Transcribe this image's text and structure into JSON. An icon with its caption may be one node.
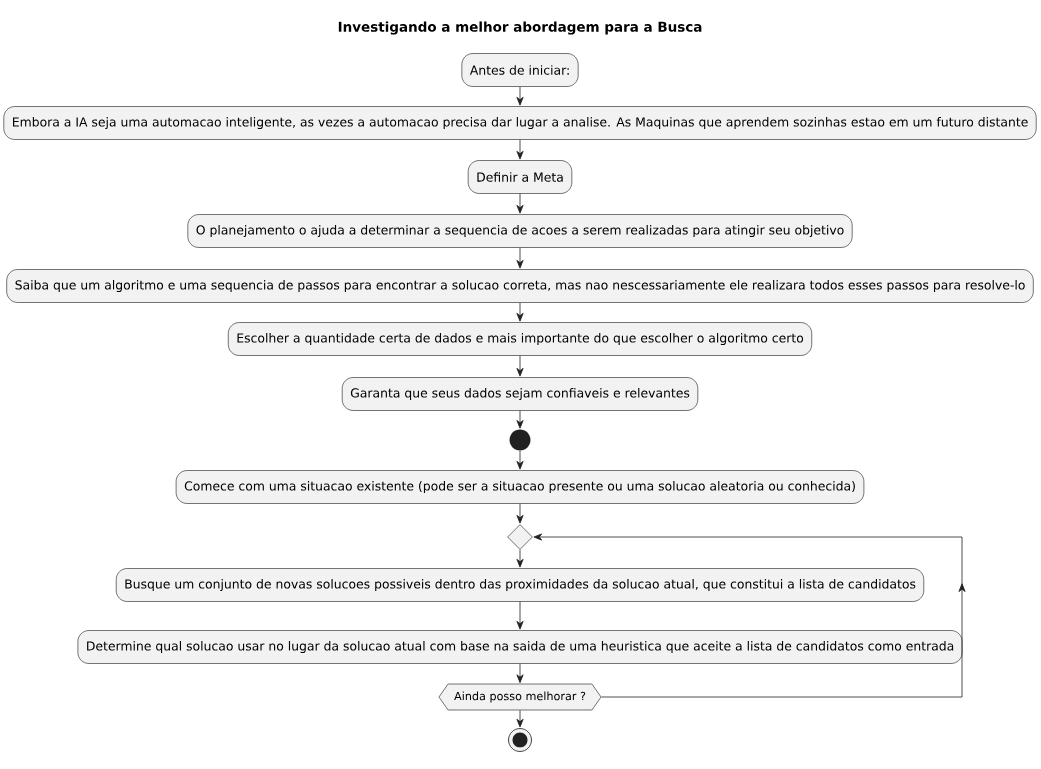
{
  "diagram": {
    "title": "Investigando a melhor abordagem para a Busca",
    "nodes": [
      {
        "text": [
          "Antes de iniciar:"
        ]
      },
      {
        "text": [
          "Embora a IA seja uma automacao inteligente, as vezes a automacao precisa dar lugar a analise. As Maquinas que aprendem sozinhas estao em um futuro distante"
        ]
      },
      {
        "text": [
          "Definir a Meta"
        ]
      },
      {
        "text": [
          "O planejamento o ajuda a determinar a sequencia de acoes a serem realizadas para atingir seu objetivo"
        ]
      },
      {
        "text": [
          "Saiba que um algoritmo e uma sequencia de passos para encontrar a solucao correta, mas nao nescessariamente ele realizara todos esses passos para resolve-lo"
        ]
      },
      {
        "text": [
          "Escolher a quantidade certa de dados e mais importante do que escolher o algoritmo certo"
        ]
      },
      {
        "text": [
          "Garanta que seus dados sejam confiaveis e relevantes"
        ]
      },
      {
        "text": [],
        "shape": "circle"
      },
      {
        "text": [
          "Comece com uma situacao existente (pode ser a situacao presente ou uma solucao aleatoria ou conhecida)"
        ]
      },
      {
        "text": [],
        "shape": "diamond"
      },
      {
        "text": [
          "Busque um conjunto de novas solucoes possiveis dentro das proximidades da solucao atual, que constitui a lista de candidatos"
        ]
      },
      {
        "text": [
          "Determine qual solucao usar no lugar da solucao atual com base na saida de uma heuristica que aceite a lista de candidatos como entrada"
        ]
      },
      {
        "text": [
          "Ainda posso melhorar ?"
        ]
      },
      {
        "text": [],
        "shape": "circle"
      }
    ],
    "edges": [
      {
        "from": 0,
        "to": 1,
        "arrow": "to"
      },
      {
        "from": 1,
        "to": 2,
        "arrow": "to"
      },
      {
        "from": 2,
        "to": 3,
        "arrow": "to"
      },
      {
        "from": 3,
        "to": 4,
        "arrow": "to"
      },
      {
        "from": 4,
        "to": 5,
        "arrow": "to"
      },
      {
        "from": 5,
        "to": 6,
        "arrow": "to"
      },
      {
        "from": 6,
        "to": 7,
        "arrow": "to"
      },
      {
        "from": 7,
        "to": 8,
        "arrow": "to"
      },
      {
        "from": 8,
        "to": 9,
        "arrow": "to"
      },
      {
        "from": 9,
        "to": 10,
        "arrow": "to"
      },
      {
        "from": 10,
        "to": 11,
        "arrow": "to"
      },
      {
        "from": 11,
        "to": 12,
        "arrow": "to"
      },
      {
        "from": 12,
        "to": 13,
        "arrow": "to"
      },
      {
        "from": 12,
        "to": 9,
        "arrow": "to"
      }
    ]
  }
}
